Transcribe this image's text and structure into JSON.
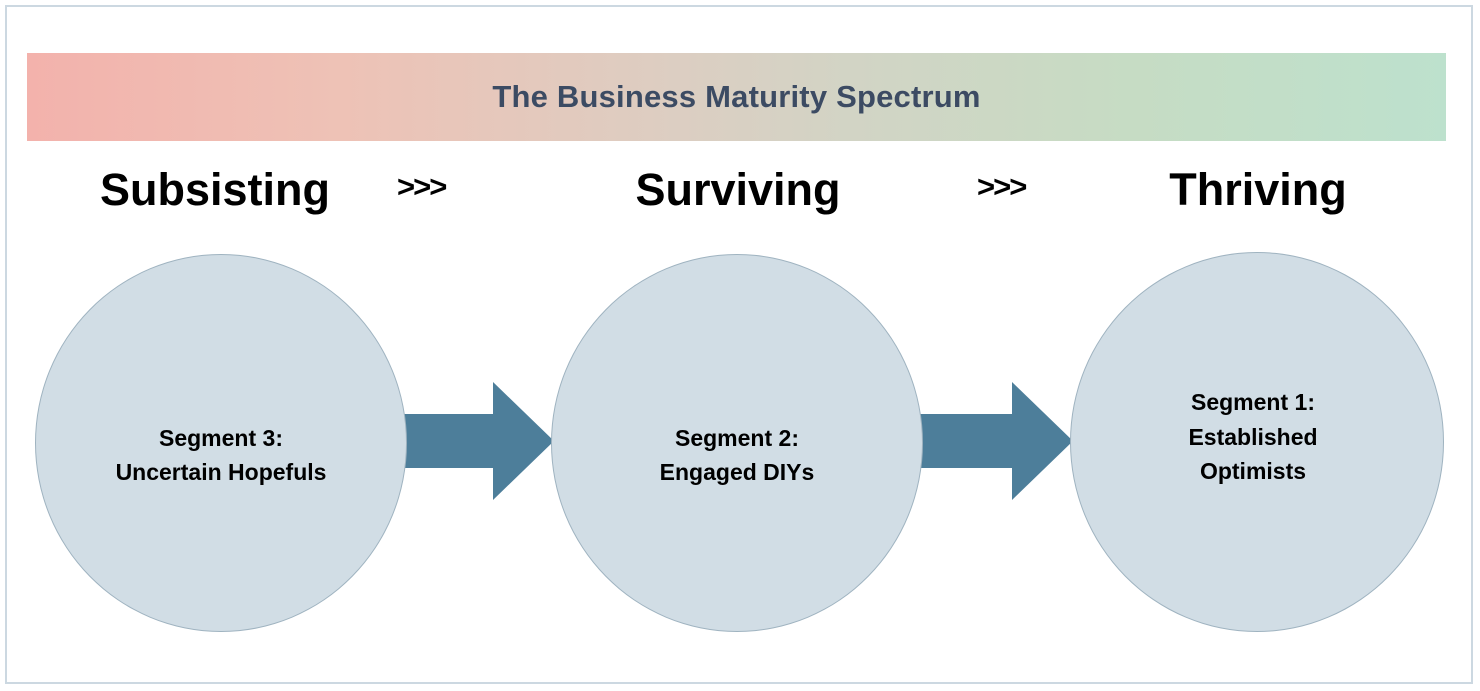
{
  "banner": {
    "title": "The Business Maturity Spectrum",
    "gradient_start": "#f3b2ac",
    "gradient_mid": "#d9cfc5",
    "gradient_end": "#bde1cd",
    "title_color": "#3c4b63"
  },
  "theme": {
    "circle_fill": "#d1dde5",
    "circle_stroke": "#9fb3c0",
    "arrow_fill": "#4d7e9a",
    "frame_border": "#ccd8e1",
    "page_background": "#ffffff",
    "label_color": "#000000"
  },
  "stages": [
    {
      "label": "Subsisting"
    },
    {
      "label": "Surviving"
    },
    {
      "label": "Thriving"
    }
  ],
  "connectors": [
    {
      "glyph": ">>>"
    },
    {
      "glyph": ">>>"
    }
  ],
  "segments": [
    {
      "title": "Segment 3:",
      "name": "Uncertain Hopefuls",
      "lines": [
        "Segment 3:",
        "Uncertain Hopefuls"
      ]
    },
    {
      "title": "Segment 2:",
      "name": "Engaged DIYs",
      "lines": [
        "Segment 2:",
        "Engaged DIYs"
      ]
    },
    {
      "title": "Segment 1:",
      "name": "Established Optimists",
      "lines": [
        "Segment 1:",
        "Established",
        "Optimists"
      ]
    }
  ],
  "arrows": [
    {
      "direction": "right",
      "from": "Segment 3: Uncertain Hopefuls",
      "to": "Segment 2: Engaged DIYs"
    },
    {
      "direction": "right",
      "from": "Segment 2: Engaged DIYs",
      "to": "Segment 1: Established Optimists"
    }
  ]
}
